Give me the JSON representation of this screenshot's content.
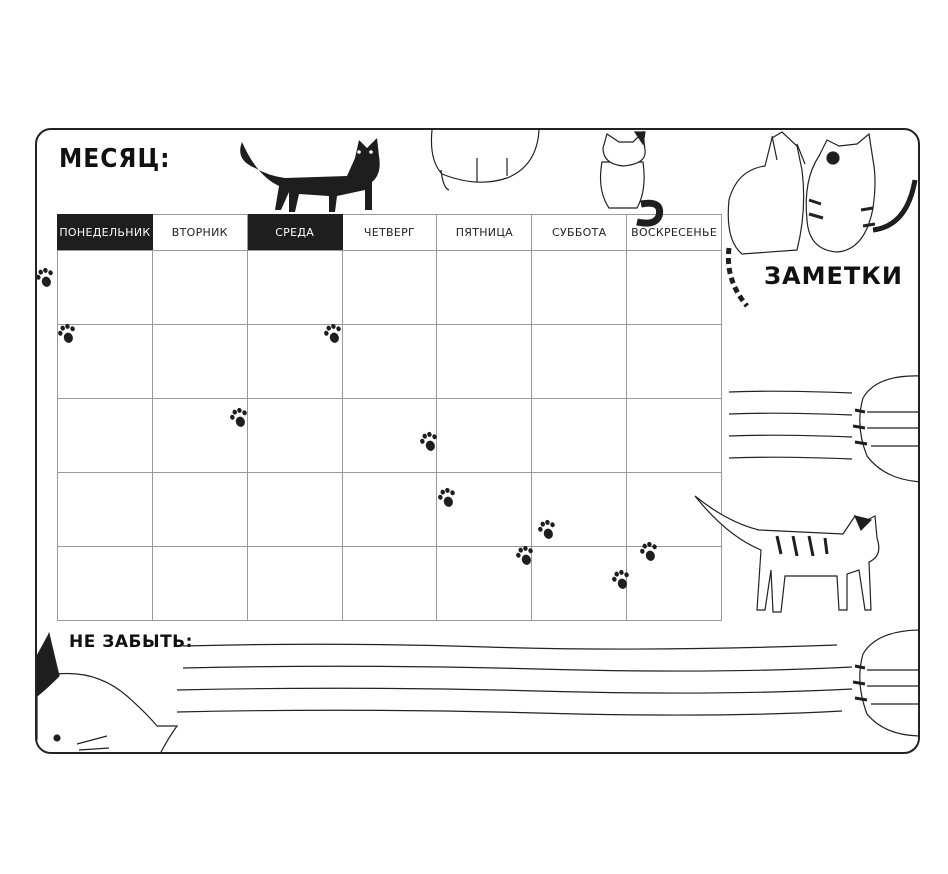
{
  "planner": {
    "month_label": "МЕСЯЦ:",
    "weekdays": [
      "ПОНЕДЕЛЬНИК",
      "ВТОРНИК",
      "СРЕДА",
      "ЧЕТВЕРГ",
      "ПЯТНИЦА",
      "СУББОТА",
      "ВОСКРЕСЕНЬЕ"
    ],
    "notes_label": "ЗАМЕТКИ",
    "remember_label": "НЕ ЗАБЫТЬ:",
    "rows": 5
  },
  "colors": {
    "ink": "#1e1e1e",
    "grid": "#999999",
    "paper": "#ffffff"
  },
  "icons": [
    "cat-illustration",
    "paw-print-icon"
  ]
}
